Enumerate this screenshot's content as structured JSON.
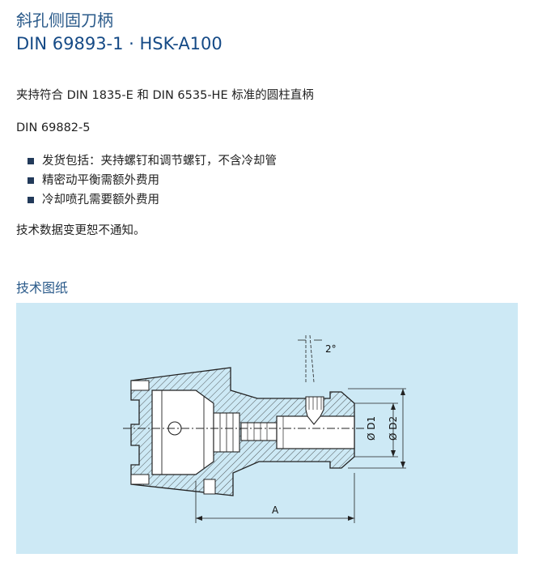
{
  "header": {
    "title_cn": "斜孔侧固刀柄",
    "title_code": "DIN 69893-1 · HSK-A100"
  },
  "description": {
    "line1": "夹持符合 DIN 1835-E 和 DIN 6535-HE 标准的圆柱直柄",
    "line2": "DIN 69882-5",
    "bullets": [
      "发货包括：夹持螺钉和调节螺钉，不含冷却管",
      "精密动平衡需额外费用",
      "冷却喷孔需要额外费用"
    ],
    "note": "技术数据变更恕不通知。"
  },
  "drawing": {
    "heading": "技术图纸",
    "labels": {
      "angle": "2°",
      "d1": "Ø D1",
      "d2": "Ø D2",
      "a": "A"
    }
  }
}
